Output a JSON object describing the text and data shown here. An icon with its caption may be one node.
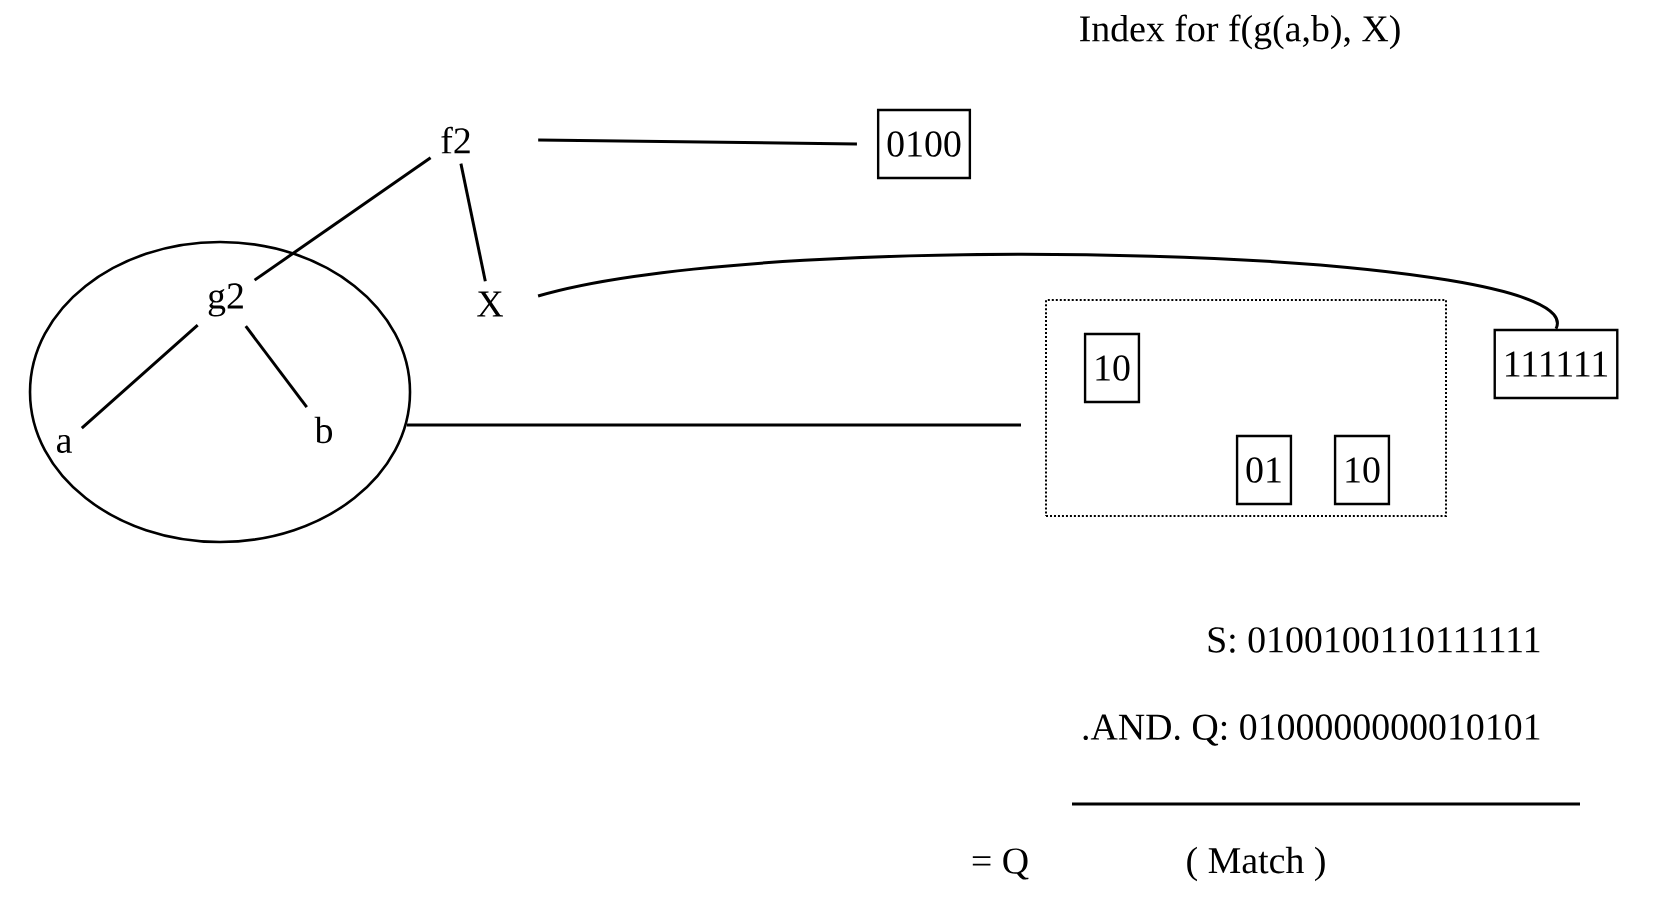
{
  "diagram": {
    "title": "Index for f(g(a,b), X)",
    "nodes": [
      {
        "text": [
          "f2"
        ]
      },
      {
        "text": [],
        "shape": "ellipse"
      },
      {
        "text": [
          "g2"
        ],
        "in": 1
      },
      {
        "text": [
          "a"
        ],
        "in": 1
      },
      {
        "text": [
          "b"
        ],
        "in": 1
      },
      {
        "text": [
          "X"
        ]
      },
      {
        "text": [
          "0100"
        ]
      },
      {
        "text": [],
        "shape": "box"
      },
      {
        "text": [
          "10"
        ],
        "in": 7
      },
      {
        "text": [
          "01"
        ],
        "in": 7
      },
      {
        "text": [
          "10"
        ],
        "in": 7
      },
      {
        "text": [
          "111111"
        ]
      }
    ],
    "edges": [
      {
        "from": 0,
        "to": 2,
        "arrow": "none"
      },
      {
        "from": 0,
        "to": 5,
        "arrow": "none"
      },
      {
        "from": 2,
        "to": 3,
        "arrow": "none"
      },
      {
        "from": 2,
        "to": 4,
        "arrow": "none"
      },
      {
        "from": 0,
        "to": 6,
        "arrow": "none"
      },
      {
        "from": 5,
        "to": 11,
        "arrow": "none"
      },
      {
        "from": 1,
        "to": 7,
        "arrow": "none"
      }
    ],
    "labels": [
      "S: 0100100110111111",
      ".AND.  Q: 0100000000010101",
      "= Q",
      "( Match )"
    ]
  }
}
